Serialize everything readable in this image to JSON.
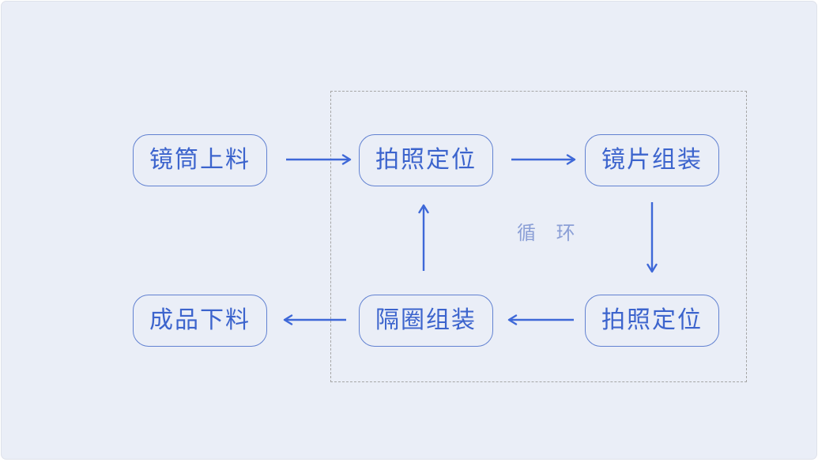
{
  "diagram": {
    "title": "lens-assembly-process-flowchart",
    "nodes": [
      {
        "id": "barrel-loading",
        "label": "镜筒上料"
      },
      {
        "id": "photo-positioning-top",
        "label": "拍照定位"
      },
      {
        "id": "lens-assembly",
        "label": "镜片组装"
      },
      {
        "id": "finished-unloading",
        "label": "成品下料"
      },
      {
        "id": "spacer-assembly",
        "label": "隔圈组装"
      },
      {
        "id": "photo-positioning-bottom",
        "label": "拍照定位"
      }
    ],
    "loop_label": "循 环",
    "edges": [
      {
        "from": "镜筒上料",
        "to": "拍照定位",
        "direction": "right"
      },
      {
        "from": "拍照定位",
        "to": "镜片组装",
        "direction": "right"
      },
      {
        "from": "镜片组装",
        "to": "拍照定位",
        "direction": "down"
      },
      {
        "from": "拍照定位",
        "to": "隔圈组装",
        "direction": "left"
      },
      {
        "from": "隔圈组装",
        "to": "成品下料",
        "direction": "left"
      },
      {
        "from": "隔圈组装",
        "to": "拍照定位",
        "direction": "up"
      }
    ],
    "colors": {
      "background": "#eaeef7",
      "node_border": "#6181d1",
      "node_text": "#3c64cd",
      "arrow": "#3e68d8",
      "dashed_border": "#a6a6a6",
      "loop_label_text": "#8b9fd6"
    }
  }
}
